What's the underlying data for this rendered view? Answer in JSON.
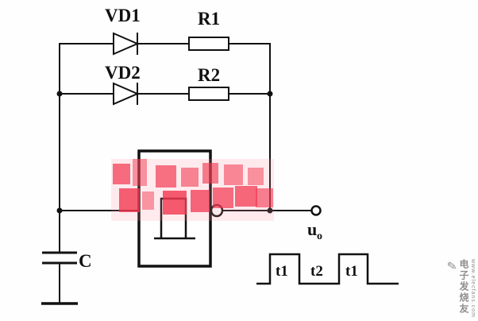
{
  "components": {
    "vd1": "VD1",
    "vd2": "VD2",
    "r1": "R1",
    "r2": "R2",
    "capacitor": "C"
  },
  "output": {
    "base": "u",
    "sub": "o"
  },
  "waveform": {
    "labels": [
      "t1",
      "t2",
      "t1"
    ]
  },
  "watermark": {
    "brand": "电子发烧友",
    "url": "www.elecfans.com"
  },
  "colors": {
    "line": "#111111",
    "watermark_red": "#f2354e",
    "watermark_pink": "#ff8fa0",
    "watermark_gray": "#8f8f8f"
  }
}
